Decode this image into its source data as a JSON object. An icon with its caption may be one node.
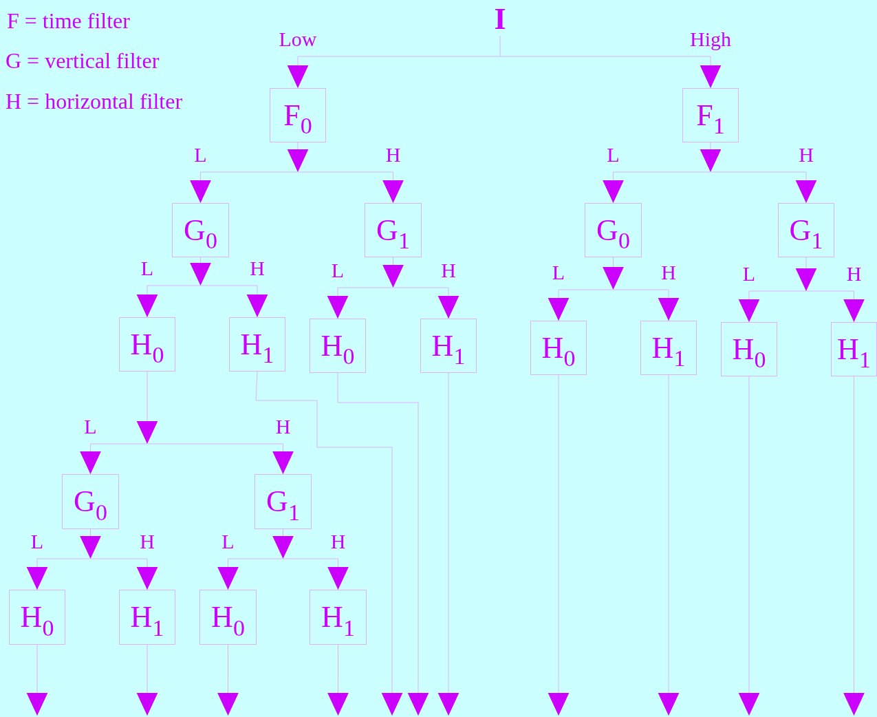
{
  "diagram": {
    "nodes": [
      {
        "text": [
          "I"
        ]
      },
      {
        "text": [
          "F$_{0}$"
        ]
      },
      {
        "text": [
          "F$_{1}$"
        ]
      },
      {
        "text": [
          "G$_{0}$"
        ]
      },
      {
        "text": [
          "G$_{1}$"
        ]
      },
      {
        "text": [
          "G$_{0}$"
        ]
      },
      {
        "text": [
          "G$_{1}$"
        ]
      },
      {
        "text": [
          "H$_{0}$"
        ]
      },
      {
        "text": [
          "H$_{1}$"
        ]
      },
      {
        "text": [
          "H$_{0}$"
        ]
      },
      {
        "text": [
          "H$_{1}$"
        ]
      },
      {
        "text": [
          "H$_{0}$"
        ]
      },
      {
        "text": [
          "H$_{1}$"
        ]
      },
      {
        "text": [
          "H$_{0}$"
        ]
      },
      {
        "text": [
          "H$_{1}$"
        ]
      },
      {
        "text": [
          "G$_{0}$"
        ]
      },
      {
        "text": [
          "G$_{1}$"
        ]
      },
      {
        "text": [
          "H$_{0}$"
        ]
      },
      {
        "text": [
          "H$_{1}$"
        ]
      },
      {
        "text": [
          "H$_{0}$"
        ]
      },
      {
        "text": [
          "H$_{1}$"
        ]
      }
    ],
    "edges": [
      {
        "from": 0,
        "to": 1,
        "arrow": "to",
        "label": "Low"
      },
      {
        "from": 0,
        "to": 2,
        "arrow": "to",
        "label": "High"
      },
      {
        "from": 1,
        "to": 3,
        "arrow": "to",
        "label": "L"
      },
      {
        "from": 1,
        "to": 4,
        "arrow": "to",
        "label": "H"
      },
      {
        "from": 2,
        "to": 5,
        "arrow": "to",
        "label": "L"
      },
      {
        "from": 2,
        "to": 6,
        "arrow": "to",
        "label": "H"
      },
      {
        "from": 3,
        "to": 7,
        "arrow": "to",
        "label": "L"
      },
      {
        "from": 3,
        "to": 8,
        "arrow": "to",
        "label": "H"
      },
      {
        "from": 4,
        "to": 9,
        "arrow": "to",
        "label": "L"
      },
      {
        "from": 4,
        "to": 10,
        "arrow": "to",
        "label": "H"
      },
      {
        "from": 5,
        "to": 11,
        "arrow": "to",
        "label": "L"
      },
      {
        "from": 5,
        "to": 12,
        "arrow": "to",
        "label": "H"
      },
      {
        "from": 6,
        "to": 13,
        "arrow": "to",
        "label": "L"
      },
      {
        "from": 6,
        "to": 14,
        "arrow": "to",
        "label": "H"
      },
      {
        "from": 7,
        "to": 15,
        "arrow": "to",
        "label": "L"
      },
      {
        "from": 7,
        "to": 16,
        "arrow": "to",
        "label": "H"
      },
      {
        "from": 15,
        "to": 17,
        "arrow": "to",
        "label": "L"
      },
      {
        "from": 15,
        "to": 18,
        "arrow": "to",
        "label": "H"
      },
      {
        "from": 16,
        "to": 19,
        "arrow": "to",
        "label": "L"
      },
      {
        "from": 16,
        "to": 20,
        "arrow": "to",
        "label": "H"
      },
      {
        "from": 17,
        "to": null,
        "arrow": "to"
      },
      {
        "from": 18,
        "to": null,
        "arrow": "to"
      },
      {
        "from": 19,
        "to": null,
        "arrow": "to"
      },
      {
        "from": 20,
        "to": null,
        "arrow": "to"
      },
      {
        "from": 8,
        "to": null,
        "arrow": "to"
      },
      {
        "from": 9,
        "to": null,
        "arrow": "to"
      },
      {
        "from": 10,
        "to": null,
        "arrow": "to"
      },
      {
        "from": 11,
        "to": null,
        "arrow": "to"
      },
      {
        "from": 12,
        "to": null,
        "arrow": "to"
      },
      {
        "from": 13,
        "to": null,
        "arrow": "to"
      },
      {
        "from": 14,
        "to": null,
        "arrow": "to"
      }
    ],
    "labels": [
      "F = time filter",
      "G = vertical filter",
      "H = horizontal filter"
    ]
  }
}
